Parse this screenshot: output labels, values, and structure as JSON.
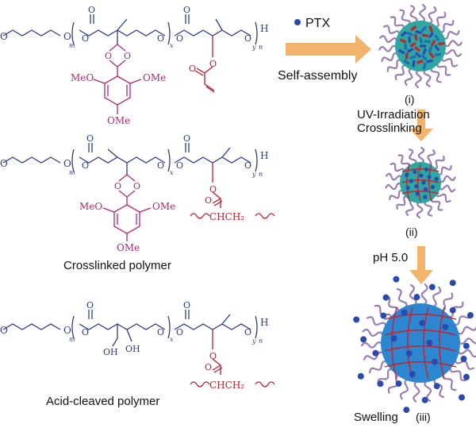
{
  "colors": {
    "backbone": "#2b3a86",
    "acetal": "#b0276f",
    "acrylate": "#c0182a",
    "arrow": "#f2b36a",
    "corona": "#9a7db3",
    "core": "#2ea7a2",
    "swollen_core": "#2c86d0",
    "drug": "#2a4ab0",
    "crosslink": "#c8202a"
  },
  "polymer1": {
    "methoxy": "O",
    "o1": "O",
    "sub_m": "m",
    "carbonyl_o": "O",
    "o2": "O",
    "o3": "O",
    "sub_x": "x",
    "carbonyl_o2": "O",
    "o4": "O",
    "o5": "O",
    "sub_y": "y",
    "sub_n": "n",
    "end_h": "H",
    "ring_o1": "O",
    "ring_o2": "O",
    "ome_left": "MeO",
    "ome_right": "OMe",
    "ome_bottom": "OMe",
    "ester_o": "O",
    "ester_carbonyl": "O"
  },
  "polymer2": {
    "methoxy": "O",
    "o1": "O",
    "sub_m": "m",
    "carbonyl_o": "O",
    "o2": "O",
    "o3": "O",
    "sub_x": "x",
    "carbonyl_o2": "O",
    "o4": "O",
    "o5": "O",
    "sub_y": "y",
    "sub_n": "n",
    "end_h": "H",
    "ring_o1": "O",
    "ring_o2": "O",
    "ome_left": "MeO",
    "ome_right": "OMe",
    "ome_bottom": "OMe",
    "ester_o": "O",
    "ester_carbonyl": "O",
    "chain": "CHCH₂",
    "caption": "Crosslinked polymer"
  },
  "polymer3": {
    "methoxy": "O",
    "o1": "O",
    "sub_m": "m",
    "carbonyl_o": "O",
    "o2": "O",
    "o3": "O",
    "sub_x": "x",
    "carbonyl_o2": "O",
    "o4": "O",
    "o5": "O",
    "sub_y": "y",
    "sub_n": "n",
    "end_h": "H",
    "oh1": "OH",
    "oh2": "OH",
    "ester_o": "O",
    "ester_carbonyl": "O",
    "chain": "CHCH₂",
    "caption": "Acid-cleaved polymer"
  },
  "scheme": {
    "drug_label": "PTX",
    "step1_label": "Self-assembly",
    "stage1_label": "(i)",
    "step2_label_line1": "UV-Irradiation",
    "step2_label_line2": "Crosslinking",
    "stage2_label": "(ii)",
    "step3_label": "pH 5.0",
    "stage3_label": "(iii)",
    "swelling_label": "Swelling"
  }
}
